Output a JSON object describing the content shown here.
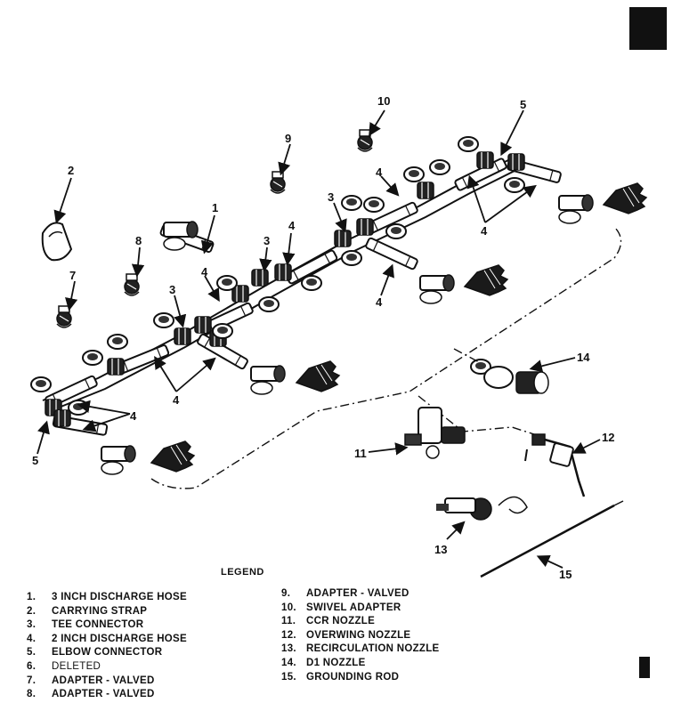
{
  "callouts": {
    "n1": "1",
    "n2": "2",
    "n3": "3",
    "n4": "4",
    "n5": "5",
    "n7": "7",
    "n8": "8",
    "n9": "9",
    "n10": "10",
    "n11": "11",
    "n12": "12",
    "n13": "13",
    "n14": "14",
    "n15": "15"
  },
  "legend": {
    "title": "LEGEND",
    "left": [
      {
        "num": "1.",
        "label": "3 INCH DISCHARGE HOSE"
      },
      {
        "num": "2.",
        "label": "CARRYING STRAP"
      },
      {
        "num": "3.",
        "label": "TEE CONNECTOR"
      },
      {
        "num": "4.",
        "label": "2 INCH DISCHARGE HOSE"
      },
      {
        "num": "5.",
        "label": "ELBOW CONNECTOR"
      },
      {
        "num": "6.",
        "label": "DELETED"
      },
      {
        "num": "7.",
        "label": "ADAPTER - VALVED"
      },
      {
        "num": "8.",
        "label": "ADAPTER - VALVED"
      }
    ],
    "right": [
      {
        "num": "9.",
        "label": "ADAPTER - VALVED"
      },
      {
        "num": "10.",
        "label": "SWIVEL ADAPTER"
      },
      {
        "num": "11.",
        "label": "CCR NOZZLE"
      },
      {
        "num": "12.",
        "label": "OVERWING NOZZLE"
      },
      {
        "num": "13.",
        "label": "RECIRCULATION NOZZLE"
      },
      {
        "num": "14.",
        "label": "D1 NOZZLE"
      },
      {
        "num": "15.",
        "label": "GROUNDING ROD"
      }
    ]
  },
  "colors": {
    "ink": "#111111",
    "paper": "#ffffff"
  }
}
